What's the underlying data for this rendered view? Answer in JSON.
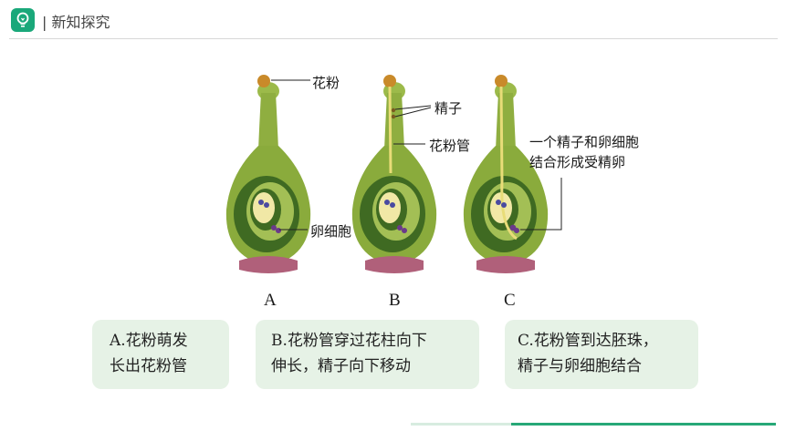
{
  "header": {
    "title": "| 新知探究",
    "logo_icon": "lightbulb-icon"
  },
  "labels": {
    "pollen": "花粉",
    "sperm": "精子",
    "pollen_tube": "花粉管",
    "egg_cell": "卵细胞",
    "fusion_line1": "一个精子和卵细胞",
    "fusion_line2": "结合形成受精卵"
  },
  "stages": {
    "a": "A",
    "b": "B",
    "c": "C"
  },
  "cards": {
    "a_line1": "A.花粉萌发",
    "a_line2": "长出花粉管",
    "b_line1": "B.花粉管穿过花柱向下",
    "b_line2": "伸长，精子向下移动",
    "c_line1": "C.花粉管到达胚珠，",
    "c_line2": "精子与卵细胞结合"
  },
  "colors": {
    "accent": "#1aa87a",
    "pistil_outer": "#8aab3c",
    "pistil_inner": "#3f6a22",
    "base": "#b0607a",
    "pollen": "#c98a2a",
    "card_bg": "#e6f2e6"
  }
}
